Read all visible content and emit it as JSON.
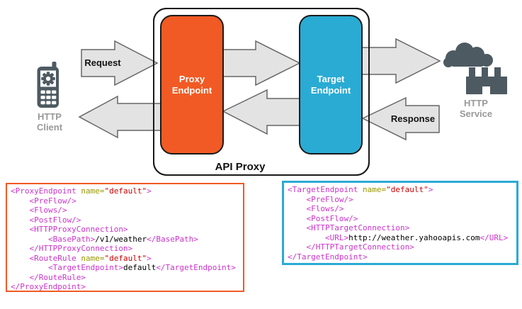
{
  "colors": {
    "orange": "#F15A24",
    "blue": "#29ABD4",
    "arrow-fill": "#E3E3E3",
    "arrow-stroke": "#666666",
    "icon": "#4D5A62",
    "muted-label": "#999999",
    "box-stroke": "#1A1A1A",
    "tok-tag": "#CC33CC",
    "tok-attr": "#999900",
    "tok-val": "#CC0000",
    "tok-text": "#000000"
  },
  "diagram": {
    "api_proxy_label": "API Proxy",
    "proxy_endpoint_label": "Proxy Endpoint",
    "target_endpoint_label": "Target Endpoint",
    "request_label": "Request",
    "response_label": "Response",
    "http_client_label": "HTTP Client",
    "http_service_label": "HTTP Service",
    "icons": {
      "client": "mobile-phone-icon",
      "service": "factory-cloud-icon"
    }
  },
  "code_blocks": {
    "proxy": {
      "accent": "#F15A24",
      "lines": [
        [
          [
            "tag",
            "<ProxyEndpoint"
          ],
          [
            "attr",
            " name="
          ],
          [
            "val",
            "\"default\""
          ],
          [
            "tag",
            ">"
          ]
        ],
        [
          [
            "tag",
            "    <PreFlow/>"
          ]
        ],
        [
          [
            "tag",
            "    <Flows/>"
          ]
        ],
        [
          [
            "tag",
            "    <PostFlow/>"
          ]
        ],
        [
          [
            "tag",
            "    <HTTPProxyConnection>"
          ]
        ],
        [
          [
            "tag",
            "        <BasePath>"
          ],
          [
            "text",
            "/v1/weather"
          ],
          [
            "tag",
            "</BasePath>"
          ]
        ],
        [
          [
            "tag",
            "    </HTTPProxyConnection>"
          ]
        ],
        [
          [
            "tag",
            "    <RouteRule"
          ],
          [
            "attr",
            " name="
          ],
          [
            "val",
            "\"default\""
          ],
          [
            "tag",
            ">"
          ]
        ],
        [
          [
            "tag",
            "        <TargetEndpoint>"
          ],
          [
            "text",
            "default"
          ],
          [
            "tag",
            "</TargetEndpoint>"
          ]
        ],
        [
          [
            "tag",
            "    </RouteRule>"
          ]
        ],
        [
          [
            "tag",
            "</ProxyEndpoint>"
          ]
        ]
      ]
    },
    "target": {
      "accent": "#29ABD4",
      "lines": [
        [
          [
            "tag",
            "<TargetEndpoint"
          ],
          [
            "attr",
            " name="
          ],
          [
            "val",
            "\"default\""
          ],
          [
            "tag",
            ">"
          ]
        ],
        [
          [
            "tag",
            "    <PreFlow/>"
          ]
        ],
        [
          [
            "tag",
            "    <Flows/>"
          ]
        ],
        [
          [
            "tag",
            "    <PostFlow/>"
          ]
        ],
        [
          [
            "tag",
            "    <HTTPTargetConnection>"
          ]
        ],
        [
          [
            "tag",
            "        <URL>"
          ],
          [
            "text",
            "http://weather.yahooapis.com"
          ],
          [
            "tag",
            "</URL>"
          ]
        ],
        [
          [
            "tag",
            "    </HTTPTargetConnection>"
          ]
        ],
        [
          [
            "tag",
            "</TargetEndpoint>"
          ]
        ]
      ]
    }
  }
}
